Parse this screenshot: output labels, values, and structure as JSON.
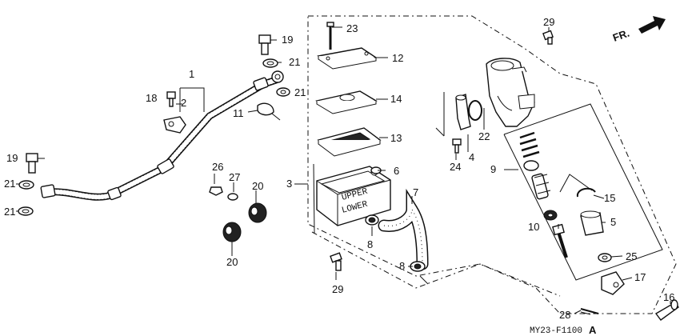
{
  "diagram": {
    "labels": {
      "p1": "1",
      "p2": "2",
      "p3": "3",
      "p4": "4",
      "p5": "5",
      "p6": "6",
      "p7": "7",
      "p8a": "8",
      "p8b": "8",
      "p9": "9",
      "p10": "10",
      "p11": "11",
      "p12": "12",
      "p13": "13",
      "p14": "14",
      "p15": "15",
      "p16": "16",
      "p17": "17",
      "p18": "18",
      "p19a": "19",
      "p19b": "19",
      "p20a": "20",
      "p20b": "20",
      "p21a": "21",
      "p21b": "21",
      "p21c": "21",
      "p21d": "21",
      "p22": "22",
      "p23": "23",
      "p24": "24",
      "p25": "25",
      "p26": "26",
      "p27": "27",
      "p28": "28",
      "p29a": "29",
      "p29b": "29"
    },
    "direction_label": "FR.",
    "drawing_code": "MY23-F1100",
    "drawing_suffix": "A"
  }
}
